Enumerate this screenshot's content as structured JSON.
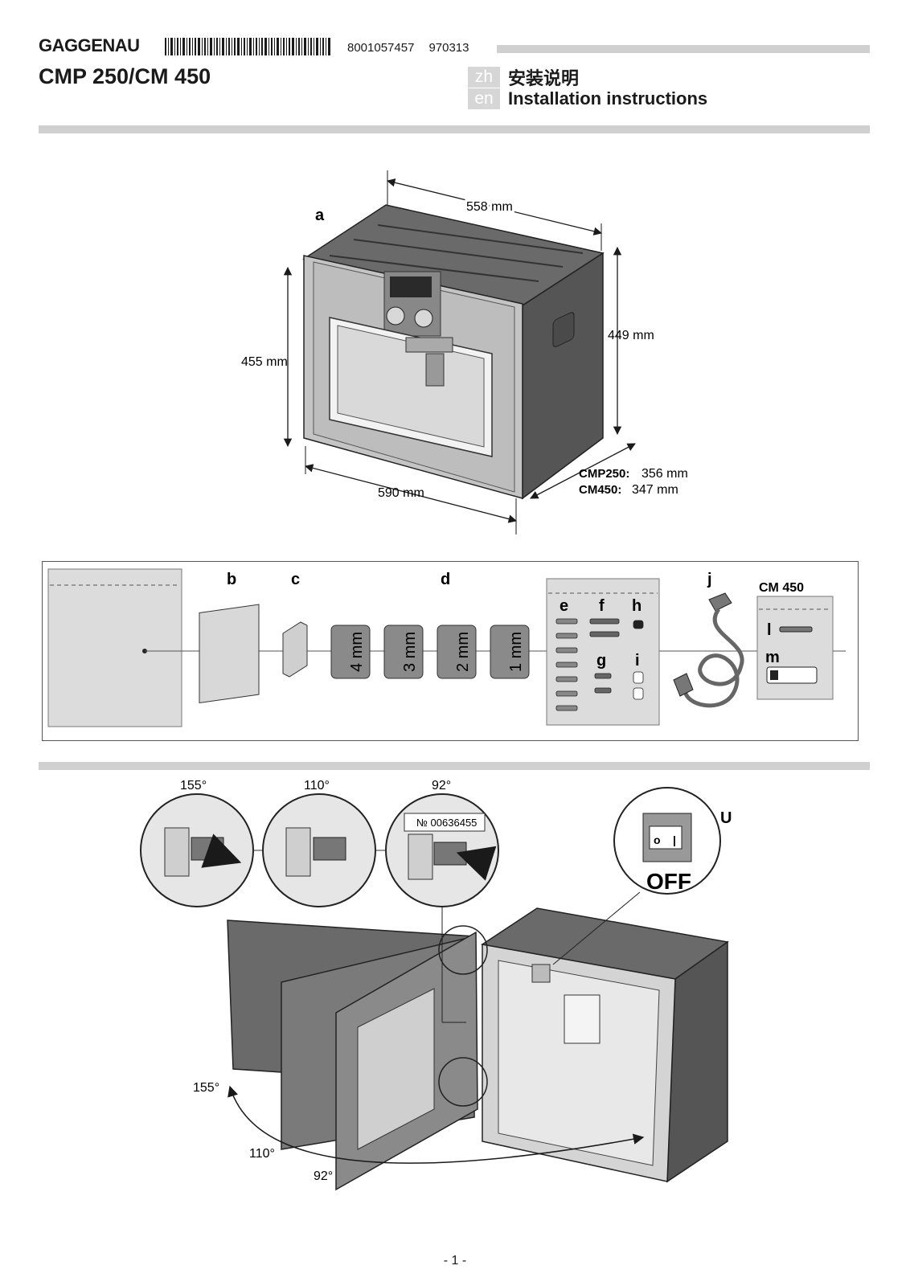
{
  "header": {
    "brand": "GAGGENAU",
    "code1": "8001057457",
    "code2": "970313",
    "model": "CMP 250/CM 450",
    "lang_zh_tag": "zh",
    "lang_zh_title": "安装说明",
    "lang_en_tag": "en",
    "lang_en_title": "Installation instructions"
  },
  "dimensions": {
    "label_a": "a",
    "depth": "558 mm",
    "height_left": "455 mm",
    "height_right": "449 mm",
    "width": "590 mm",
    "cmp250_label": "CMP250:",
    "cmp250_value": "356 mm",
    "cm450_label": "CM450:",
    "cm450_value": "347 mm"
  },
  "accessories": {
    "b": "b",
    "c": "c",
    "d": "d",
    "e": "e",
    "f": "f",
    "g": "g",
    "h": "h",
    "i": "i",
    "j": "j",
    "spacers": [
      "4 mm",
      "3 mm",
      "2 mm",
      "1 mm"
    ],
    "cm450_title": "CM 450",
    "l": "l",
    "m": "m"
  },
  "hinge": {
    "angle1": "155°",
    "angle2": "110°",
    "angle3": "92°",
    "part_number": "№ 00636455",
    "switch_label": "U",
    "off_label": "OFF",
    "door_angle1": "155°",
    "door_angle2": "110°",
    "door_angle3": "92°"
  },
  "footer": {
    "page": "- 1 -"
  },
  "colors": {
    "rule_gray": "#d0d0d0",
    "appliance_dark": "#5a5a5a",
    "panel_light": "#c8c8c8"
  }
}
